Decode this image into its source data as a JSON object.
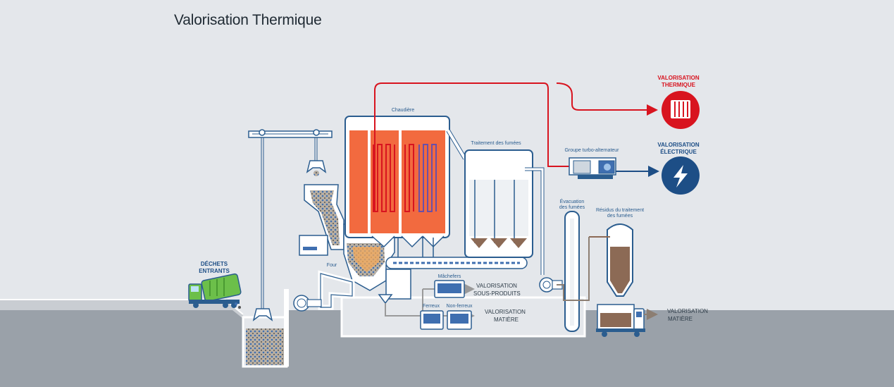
{
  "title": "Valorisation Thermique",
  "labels": {
    "dechets_entrants": [
      "DÉCHETS",
      "ENTRANTS"
    ],
    "four": "Four",
    "chaudiere": "Chaudière",
    "traitement_fumees": "Traitement des fumées",
    "groupe_turbo": "Groupe turbo-alternateur",
    "evacuation_fumees": [
      "Évacuation",
      "des fumées"
    ],
    "residus": [
      "Résidus du traitement",
      "des fumées"
    ],
    "machefers": "Mâchefers",
    "ferreux": "Ferreux",
    "non_ferreux": "Non-ferreux"
  },
  "outputs": {
    "thermique": [
      "VALORISATION",
      "THERMIQUE"
    ],
    "electrique": [
      "VALORISATION",
      "ÉLECTRIQUE"
    ],
    "sous_produits": [
      "VALORISATION",
      "SOUS-PRODUITS"
    ],
    "matiere_centre": [
      "VALORISATION",
      "MATIÈRE"
    ],
    "matiere_droite": [
      "VALORISATION",
      "MATIÈRE"
    ]
  },
  "colors": {
    "background": "#e4e7eb",
    "ground": "#9aa1a9",
    "outline": "#2b5d8f",
    "hot": "#f26a3f",
    "steam": "#d8141f",
    "electric": "#1d4e86",
    "residue_flow": "#8c7e72",
    "truck_green": "#6cbf4a"
  },
  "icons": {
    "thermique": "radiator-icon",
    "electrique": "lightning-bolt-icon"
  }
}
